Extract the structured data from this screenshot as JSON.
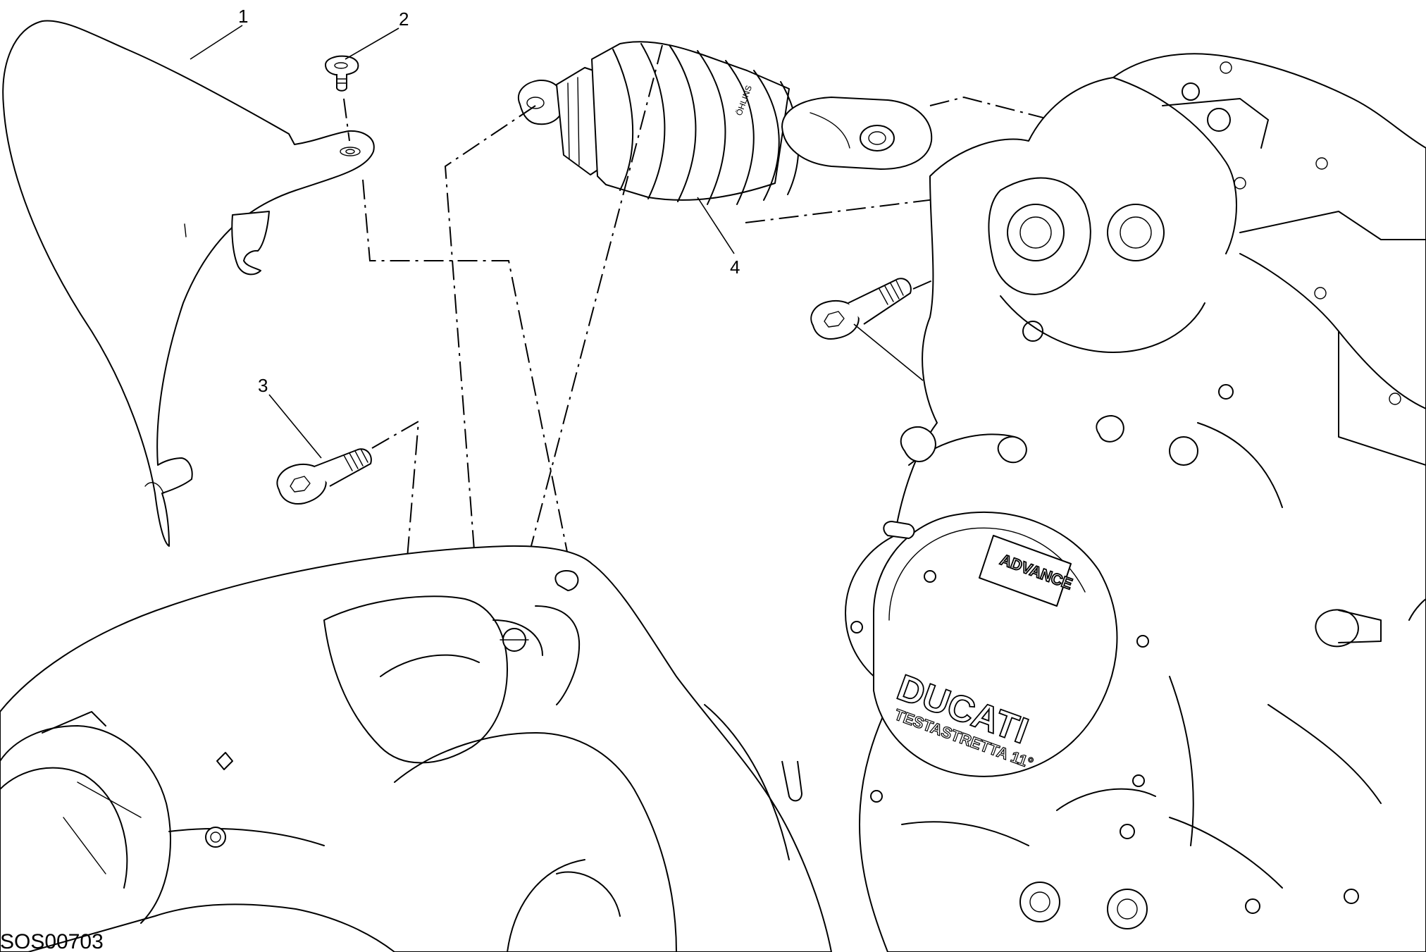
{
  "callouts": [
    {
      "id": "1"
    },
    {
      "id": "2"
    },
    {
      "id": "3"
    },
    {
      "id": "3"
    },
    {
      "id": "4"
    }
  ],
  "drawing_code": "SOS00703",
  "engraving": {
    "brand": "DUCATI",
    "model": "TESTASTRETTA 11°",
    "badge": "ADVANCE"
  }
}
